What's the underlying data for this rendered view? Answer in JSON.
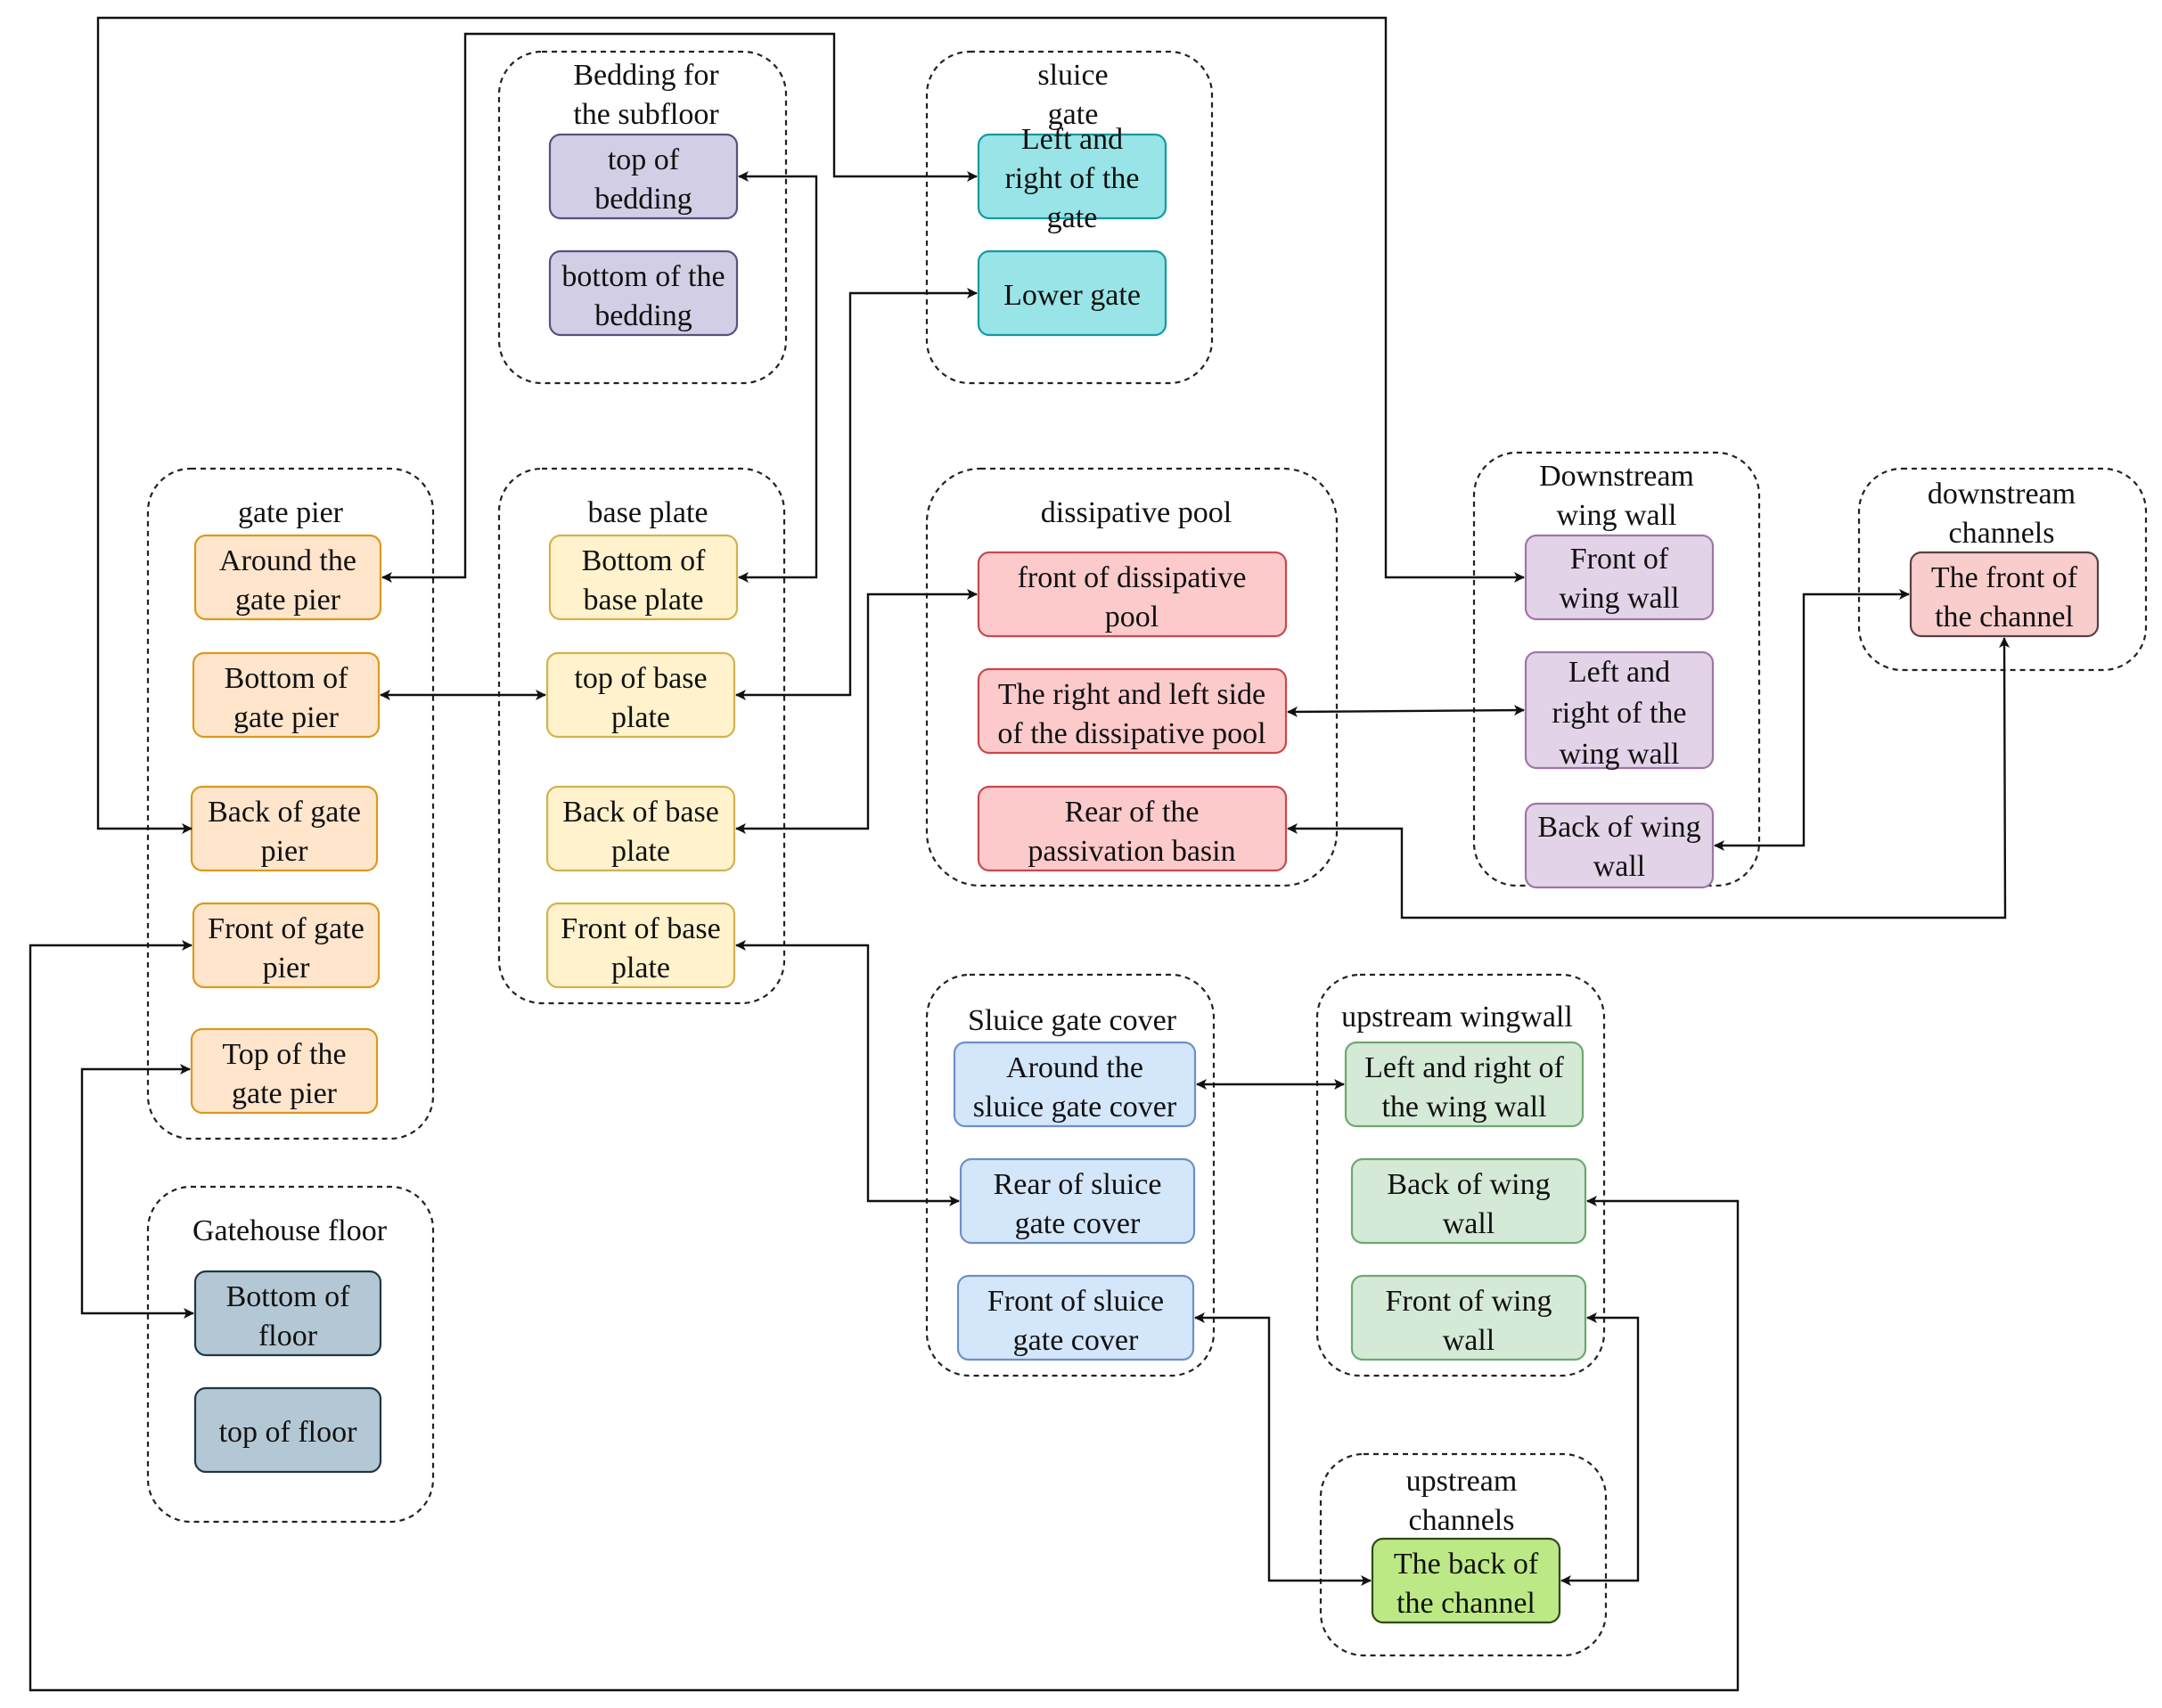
{
  "colors": {
    "purple_fill": "#d1cee5",
    "purple_stroke": "#57517e",
    "teal_fill": "#99e4e6",
    "teal_stroke": "#109ba0",
    "orange_fill": "#ffe5cc",
    "orange_stroke": "#d99a1d",
    "yellow_fill": "#fff2cc",
    "yellow_stroke": "#d2b24e",
    "red_fill": "#fccaca",
    "red_stroke": "#c9484a",
    "lavender_fill": "#e3d3e9",
    "lavender_stroke": "#9e76a7",
    "salmon_fill": "#f9cdcc",
    "salmon_stroke": "#5a4040",
    "blue_fill": "#d4e6fa",
    "blue_stroke": "#6d90c4",
    "green_fill": "#d4ead6",
    "green_stroke": "#6ca86f",
    "lime_fill": "#bce985",
    "lime_stroke": "#2f4a18",
    "slate_fill": "#b4c7d4",
    "slate_stroke": "#1f3846",
    "line": "#111111"
  },
  "groups": {
    "bedding": {
      "title": [
        "Bedding for",
        "the subfloor"
      ]
    },
    "sluice_gate": {
      "title": [
        "sluice",
        "gate"
      ]
    },
    "gate_pier": {
      "title": [
        "gate pier"
      ]
    },
    "base_plate": {
      "title": [
        "base plate"
      ]
    },
    "dissipative_pool": {
      "title": [
        "dissipative pool"
      ]
    },
    "downstream_wing_wall": {
      "title": [
        "Downstream",
        "wing wall"
      ]
    },
    "downstream_channels": {
      "title": [
        "downstream",
        "channels"
      ]
    },
    "sluice_gate_cover": {
      "title": [
        "Sluice gate cover"
      ]
    },
    "upstream_wingwall": {
      "title": [
        "upstream wingwall"
      ]
    },
    "gatehouse_floor": {
      "title": [
        "Gatehouse floor"
      ]
    },
    "upstream_channels": {
      "title": [
        "upstream",
        "channels"
      ]
    }
  },
  "nodes": {
    "top_of_bedding": [
      "top of",
      "bedding"
    ],
    "bottom_of_bedding": [
      "bottom of the",
      "bedding"
    ],
    "left_right_gate": [
      "Left and",
      "right of the",
      "gate"
    ],
    "lower_gate": [
      "Lower gate"
    ],
    "around_gate_pier": [
      "Around the",
      "gate pier"
    ],
    "bottom_gate_pier": [
      "Bottom of",
      "gate pier"
    ],
    "back_gate_pier": [
      "Back of gate",
      "pier"
    ],
    "front_gate_pier": [
      "Front of gate",
      "pier"
    ],
    "top_gate_pier": [
      "Top of the",
      "gate pier"
    ],
    "bottom_base_plate": [
      "Bottom of",
      "base plate"
    ],
    "top_base_plate": [
      "top of base",
      "plate"
    ],
    "back_base_plate": [
      "Back of base",
      "plate"
    ],
    "front_base_plate": [
      "Front of base",
      "plate"
    ],
    "front_dissipative_pool": [
      "front of dissipative",
      "pool"
    ],
    "sides_dissipative_pool": [
      "The right and left side",
      "of the dissipative pool"
    ],
    "rear_passivation_basin": [
      "Rear of the",
      "passivation basin"
    ],
    "front_wing_wall_ds": [
      "Front of",
      "wing wall"
    ],
    "left_right_wing_wall_ds": [
      "Left and",
      "right of the",
      "wing wall"
    ],
    "back_wing_wall_ds": [
      "Back of wing",
      "wall"
    ],
    "front_channel": [
      "The front of",
      "the channel"
    ],
    "around_sluice_cover": [
      "Around the",
      "sluice gate cover"
    ],
    "rear_sluice_cover": [
      "Rear of sluice",
      "gate cover"
    ],
    "front_sluice_cover": [
      "Front of sluice",
      "gate cover"
    ],
    "left_right_wing_wall_us": [
      "Left and right of",
      "the wing wall"
    ],
    "back_wing_wall_us": [
      "Back of wing",
      "wall"
    ],
    "front_wing_wall_us": [
      "Front of wing",
      "wall"
    ],
    "bottom_floor": [
      "Bottom of",
      "floor"
    ],
    "top_floor": [
      "top of floor"
    ],
    "back_channel": [
      "The back of",
      "the channel"
    ]
  }
}
